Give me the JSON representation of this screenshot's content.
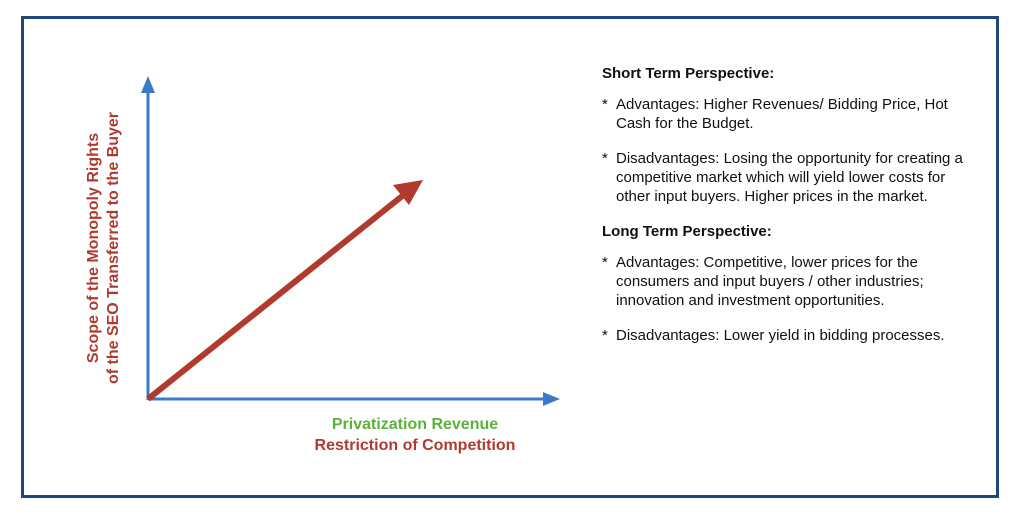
{
  "diagram": {
    "y_axis_label": [
      "Scope of the Monopoly Rights",
      "of the SEO Transferred to the Buyer"
    ],
    "x_axis_label": [
      "Privatization Revenue",
      "Restriction of Competition"
    ],
    "colors": {
      "axis": "#3a7bc8",
      "trend_arrow": "#b03a2e",
      "revenue_label": "#5ab23a",
      "competition_label": "#b03a2e",
      "frame": "#20477a"
    }
  },
  "short_term": {
    "heading": "Short Term Perspective:",
    "bullets": [
      {
        "marker": "*",
        "text": "Advantages: Higher Revenues/ Bidding Price, Hot Cash for the Budget."
      },
      {
        "marker": "*",
        "text": "Disadvantages: Losing the opportunity for creating a competitive market which will yield lower costs for other input buyers. Higher prices in the market."
      }
    ]
  },
  "long_term": {
    "heading": "Long Term Perspective:",
    "bullets": [
      {
        "marker": "*",
        "text": "Advantages: Competitive, lower prices for the consumers and input buyers / other industries; innovation and investment opportunities."
      },
      {
        "marker": "*",
        "text": "Disadvantages: Lower yield in bidding processes."
      }
    ]
  }
}
